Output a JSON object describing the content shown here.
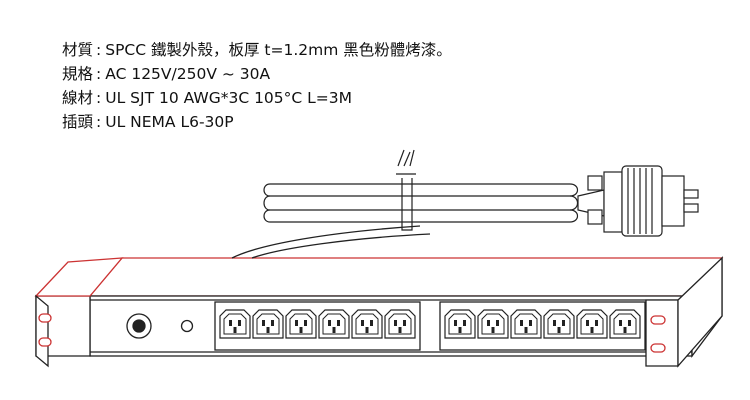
{
  "specs": [
    {
      "label": "材質",
      "value": "SPCC 鐵製外殼，板厚 t=1.2mm  黑色粉體烤漆。"
    },
    {
      "label": "規格",
      "value": "AC 125V/250V ~ 30A"
    },
    {
      "label": "線材",
      "value": "UL SJT 10 AWG*3C  105°C  L=3M"
    },
    {
      "label": "插頭",
      "value": "UL NEMA  L6-30P"
    }
  ],
  "separator": ":",
  "drawing": {
    "outlet_bank_left_count": 6,
    "outlet_bank_right_count": 6,
    "colors": {
      "line": "#222222",
      "rack_ear_accent": "#d9534f",
      "outlet_fill": "#ffffff"
    }
  }
}
